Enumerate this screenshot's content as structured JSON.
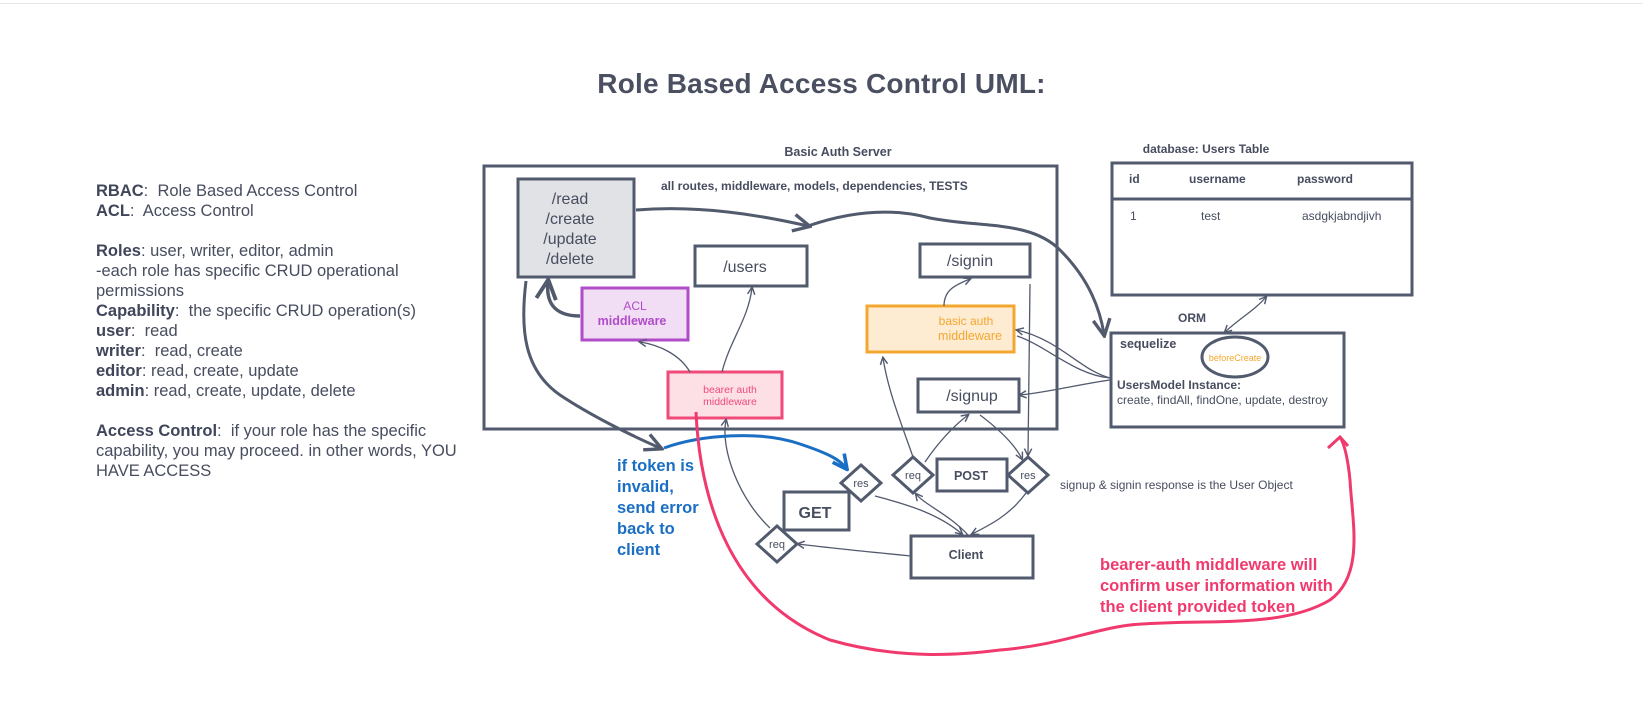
{
  "title": "Role Based Access Control UML:",
  "notes": {
    "rbac_term": "RBAC",
    "rbac_def": "Role Based Access Control",
    "acl_term": "ACL",
    "acl_def": "Access Control",
    "roles_term": "Roles",
    "roles_def": "user, writer, editor, admin",
    "roles_note": "-each role has specific CRUD operational permissions",
    "capability_term": "Capability",
    "capability_def": "the specific CRUD operation(s)",
    "user_term": "user",
    "user_def": "read",
    "writer_term": "writer",
    "writer_def": "read, create",
    "editor_term": "editor",
    "editor_def": "read, create, update",
    "admin_term": "admin",
    "admin_def": "read, create, update, delete",
    "access_term": "Access Control",
    "access_def": "if your role has the specific capability, you may proceed.  in other words, YOU HAVE ACCESS"
  },
  "server": {
    "label": "Basic Auth Server",
    "desc": "all routes, middleware, models, dependencies,  TESTS",
    "routes": [
      "/read",
      "/create",
      "/update",
      "/delete"
    ],
    "users_route": "/users",
    "signin_route": "/signin",
    "signup_route": "/signup",
    "acl_label_1": "ACL",
    "acl_label_2": "middleware",
    "bearer_label_1": "bearer auth",
    "bearer_label_2": "middleware",
    "basic_label_1": "basic auth",
    "basic_label_2": "middleware"
  },
  "database": {
    "label": "database:  Users Table",
    "columns": [
      "id",
      "username",
      "password"
    ],
    "row": [
      "1",
      "test",
      "asdgkjabndjivh"
    ]
  },
  "orm": {
    "label": "ORM",
    "sequelize": "sequelize",
    "hook": "beforeCreate",
    "instance_title": "UsersModel Instance:",
    "methods": "create, findAll, findOne, update, destroy"
  },
  "client": {
    "label": "Client",
    "get": "GET",
    "post": "POST",
    "req": "req",
    "res": "res",
    "response_note": "signup & signin response is the User Object"
  },
  "annotations": {
    "invalid_token": [
      "if token is",
      "invalid,",
      "send error",
      "back to",
      "client"
    ],
    "bearer_note": [
      "bearer-auth middleware will",
      "confirm user information with",
      "the client provided token"
    ]
  },
  "colors": {
    "ink": "#525a6e",
    "blue": "#1a6fc4",
    "red": "#f03a6e",
    "acl_purple": "#b04cc8",
    "acl_fill": "#f1ddf4",
    "orange": "#f4a72f",
    "orange_fill": "#fdebd2",
    "pink": "#f04a7a",
    "pink_fill": "#fde0e6",
    "gray_fill": "#e1e2e6"
  }
}
